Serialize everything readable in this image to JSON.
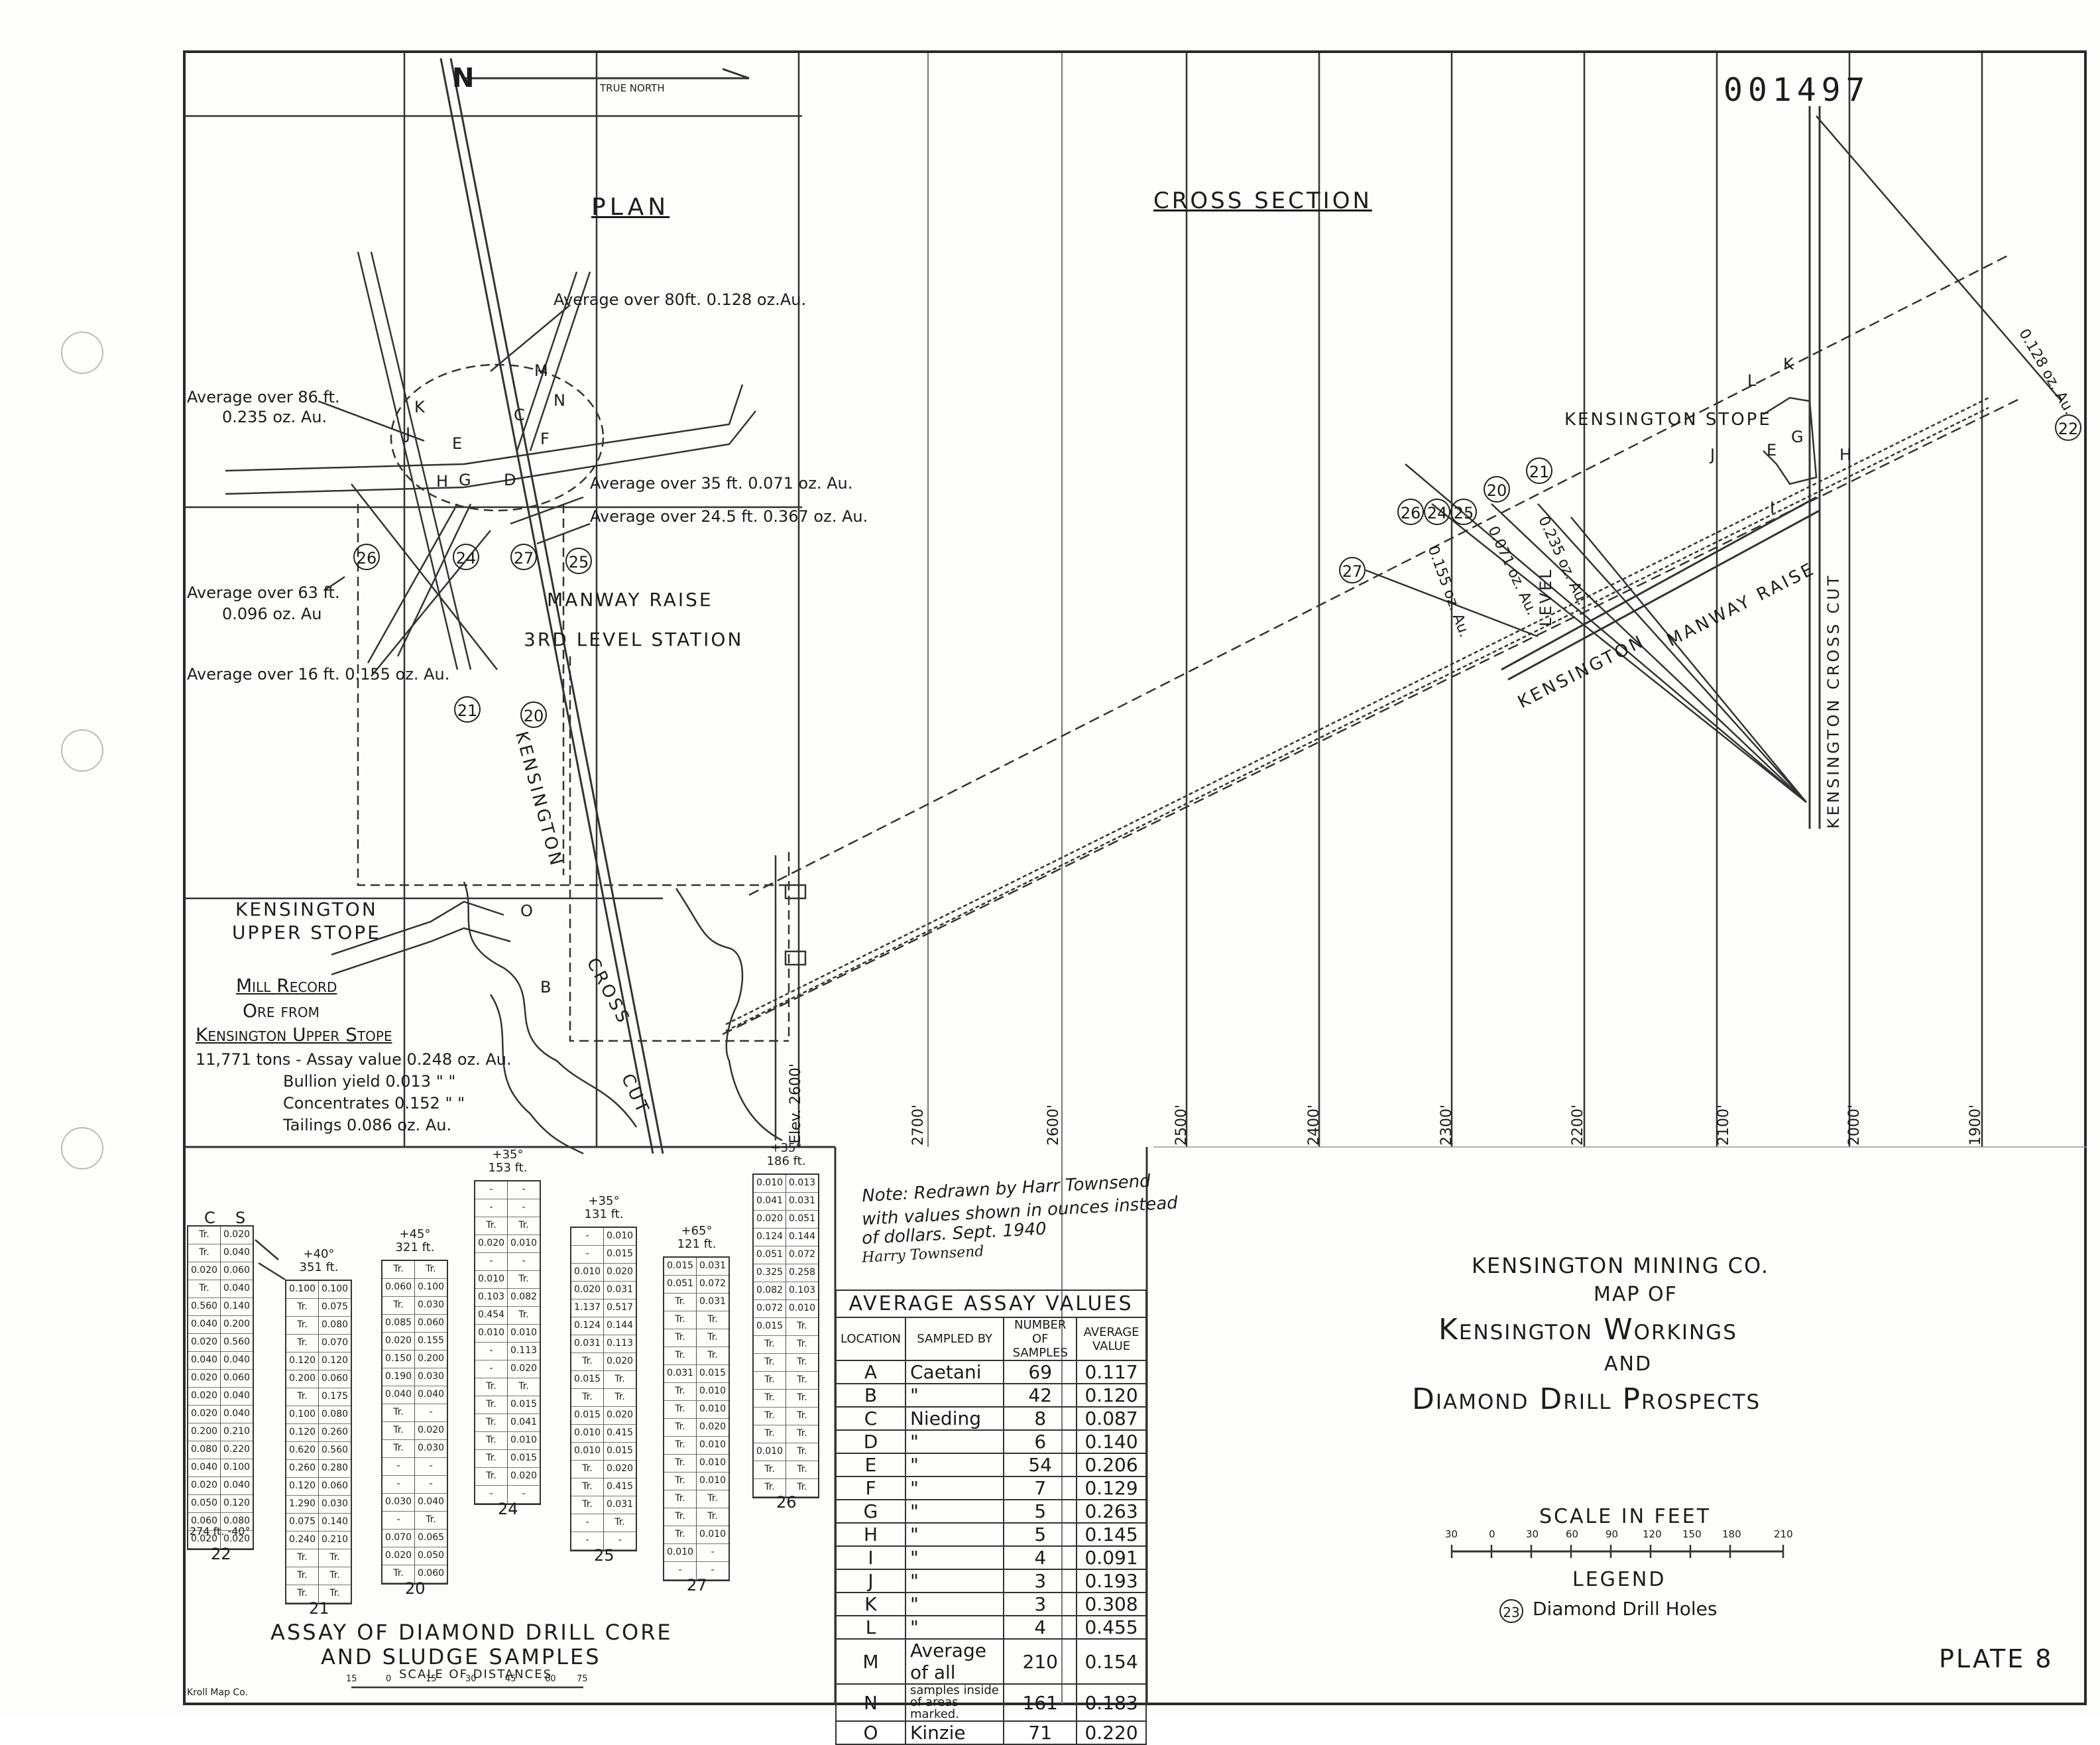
{
  "doc_number": "001497",
  "plate": "PLATE 8",
  "north_arrow": {
    "letter": "N",
    "label": "TRUE NORTH"
  },
  "plan": {
    "title": "PLAN",
    "notes": {
      "avg80": "Average over 80ft. 0.128 oz.Au.",
      "avg86_line1": "Average over 86 ft.",
      "avg86_line2": "0.235 oz. Au.",
      "avg35": "Average over 35 ft. 0.071 oz. Au.",
      "avg245": "Average over 24.5 ft. 0.367 oz. Au.",
      "avg63_line1": "Average over 63 ft.",
      "avg63_line2": "0.096 oz. Au",
      "avg16": "Average over 16 ft. 0.155 oz. Au."
    },
    "letters": {
      "M": "M",
      "K": "K",
      "C": "C",
      "N": "N",
      "J": "J",
      "E": "E",
      "F": "F",
      "H": "H",
      "G": "G",
      "D": "D",
      "O": "O",
      "B": "B"
    },
    "manway": "MANWAY RAISE",
    "station": "3RD LEVEL STATION",
    "kensington": "KENSINGTON",
    "cross": "CROSS",
    "cut": "CUT",
    "upper_stope_l1": "KENSINGTON",
    "upper_stope_l2": "UPPER STOPE",
    "holes": {
      "h26": "26",
      "h24": "24",
      "h27": "27",
      "h25": "25",
      "h21": "21",
      "h20": "20"
    },
    "mill": {
      "l1": "Mill Record",
      "l2": "Ore from",
      "l3": "Kensington Upper Stope",
      "l4": "11,771 tons - Assay value 0.248 oz. Au.",
      "l5": "Bullion yield 0.013  \"  \"",
      "l6": "Concentrates 0.152  \"  \"",
      "l7": "Tailings       0.086 oz. Au."
    },
    "elev": "Elev. 2600'"
  },
  "cross_section": {
    "title": "CROSS SECTION",
    "stope": "KENSINGTON STOPE",
    "manway": "MANWAY RAISE",
    "kens": "KENSINGTON",
    "level": "LEVEL",
    "crosscut": "KENSINGTON CROSS CUT",
    "letters": {
      "L": "L",
      "K": "K",
      "G": "G",
      "H": "H",
      "J": "J",
      "E": "E",
      "I": "I"
    },
    "assays": {
      "a128": "0.128 oz. Au.",
      "a155": "0.155 oz. Au.",
      "a071": "0.071 oz. Au.",
      "a235": "0.235 oz. Au."
    },
    "holes": {
      "h26": "26",
      "h24": "24",
      "h25": "25",
      "h20": "20",
      "h21": "21",
      "h27": "27",
      "h22": "22"
    },
    "elevations": [
      "2700'",
      "2600'",
      "2500'",
      "2400'",
      "2300'",
      "2200'",
      "2100'",
      "2000'",
      "1900'"
    ]
  },
  "note": {
    "l1": "Note: Redrawn by Harr Townsend",
    "l2": "with values shown in ounces instead",
    "l3": "of dollars. Sept. 1940",
    "sig": "Harry Townsend"
  },
  "avg_table": {
    "title": "AVERAGE ASSAY VALUES",
    "headers": [
      "LOCATION",
      "SAMPLED BY",
      "NUMBER OF SAMPLES",
      "AVERAGE VALUE"
    ],
    "rows": [
      [
        "A",
        "Caetani",
        "69",
        "0.117"
      ],
      [
        "B",
        "\"",
        "42",
        "0.120"
      ],
      [
        "C",
        "Nieding",
        "8",
        "0.087"
      ],
      [
        "D",
        "\"",
        "6",
        "0.140"
      ],
      [
        "E",
        "\"",
        "54",
        "0.206"
      ],
      [
        "F",
        "\"",
        "7",
        "0.129"
      ],
      [
        "G",
        "\"",
        "5",
        "0.263"
      ],
      [
        "H",
        "\"",
        "5",
        "0.145"
      ],
      [
        "I",
        "\"",
        "4",
        "0.091"
      ],
      [
        "J",
        "\"",
        "3",
        "0.193"
      ],
      [
        "K",
        "\"",
        "3",
        "0.308"
      ],
      [
        "L",
        "\"",
        "4",
        "0.455"
      ],
      [
        "M",
        "Average of all",
        "210",
        "0.154"
      ],
      [
        "N",
        "samples inside of areas marked.",
        "161",
        "0.183"
      ],
      [
        "O",
        "Kinzie",
        "71",
        "0.220"
      ]
    ]
  },
  "title_block": {
    "company": "KENSINGTON MINING CO.",
    "map_of": "MAP OF",
    "line1": "Kensington Workings",
    "and": "AND",
    "line2": "Diamond Drill Prospects"
  },
  "scale": {
    "title": "SCALE IN FEET",
    "ticks": [
      "30",
      "0",
      "30",
      "60",
      "90",
      "120",
      "150",
      "180",
      "210"
    ]
  },
  "legend": {
    "title": "LEGEND",
    "symbol": "23",
    "text": "Diamond Drill Holes"
  },
  "assay_block": {
    "title_l1": "ASSAY OF DIAMOND DRILL CORE",
    "title_l2": "AND SLUDGE SAMPLES",
    "scale_title": "SCALE OF DISTANCES",
    "scale_ticks": [
      "15",
      "0",
      "15",
      "30",
      "45",
      "60",
      "75"
    ],
    "maker": "Kroll Map Co.",
    "cs_head": [
      "C",
      "S"
    ],
    "holes": [
      {
        "id": "22",
        "top": "",
        "bottom": "274 ft. -40°",
        "c": [
          "Tr.",
          "Tr.",
          "0.020",
          "Tr.",
          "0.560",
          "0.040",
          "0.020",
          "0.040",
          "0.020",
          "0.020",
          "0.020",
          "0.200",
          "0.080",
          "0.040",
          "0.020",
          "0.050",
          "0.060",
          "0.020"
        ],
        "s": [
          "0.020",
          "0.040",
          "0.060",
          "0.040",
          "0.140",
          "0.200",
          "0.560",
          "0.040",
          "0.060",
          "0.040",
          "0.040",
          "0.210",
          "0.220",
          "0.100",
          "0.040",
          "0.120",
          "0.080",
          "0.020"
        ]
      },
      {
        "id": "21",
        "top": "+40° 351 ft.",
        "bottom": "",
        "c": [
          "0.100",
          "Tr.",
          "Tr.",
          "Tr.",
          "0.120",
          "0.200",
          "Tr.",
          "0.100",
          "0.120",
          "0.620",
          "0.260",
          "0.120",
          "1.290",
          "0.075",
          "0.240",
          "Tr.",
          "Tr.",
          "Tr."
        ],
        "s": [
          "0.100",
          "0.075",
          "0.080",
          "0.070",
          "0.120",
          "0.060",
          "0.175",
          "0.080",
          "0.260",
          "0.560",
          "0.280",
          "0.060",
          "0.030",
          "0.140",
          "0.210",
          "Tr.",
          "Tr.",
          "Tr."
        ]
      },
      {
        "id": "20",
        "top": "+45° 321 ft.",
        "bottom": "",
        "c": [
          "Tr.",
          "0.060",
          "Tr.",
          "0.085",
          "0.020",
          "0.150",
          "0.190",
          "0.040",
          "Tr.",
          "Tr.",
          "Tr.",
          "-",
          "-",
          "0.030",
          "-",
          "0.070",
          "0.020",
          "Tr."
        ],
        "s": [
          "Tr.",
          "0.100",
          "0.030",
          "0.060",
          "0.155",
          "0.200",
          "0.030",
          "0.040",
          "-",
          "0.020",
          "0.030",
          "-",
          "-",
          "0.040",
          "Tr.",
          "0.065",
          "0.050",
          "0.060"
        ]
      },
      {
        "id": "24",
        "top": "+35° 153 ft.",
        "bottom": "",
        "c": [
          "-",
          "-",
          "Tr.",
          "0.020",
          "-",
          "0.010",
          "0.103",
          "0.454",
          "0.010",
          "-",
          "-",
          "Tr.",
          "Tr.",
          "Tr.",
          "Tr.",
          "Tr.",
          "Tr.",
          "-"
        ],
        "s": [
          "-",
          "-",
          "Tr.",
          "0.010",
          "-",
          "Tr.",
          "0.082",
          "Tr.",
          "0.010",
          "0.113",
          "0.020",
          "Tr.",
          "0.015",
          "0.041",
          "0.010",
          "0.015",
          "0.020",
          "-"
        ]
      },
      {
        "id": "25",
        "top": "+35° 131 ft.",
        "bottom": "",
        "c": [
          "-",
          "-",
          "0.010",
          "0.020",
          "1.137",
          "0.124",
          "0.031",
          "Tr.",
          "0.015",
          "Tr.",
          "0.015",
          "0.010",
          "0.010",
          "Tr.",
          "Tr.",
          "Tr.",
          "-",
          "-"
        ],
        "s": [
          "0.010",
          "0.015",
          "0.020",
          "0.031",
          "0.517",
          "0.144",
          "0.113",
          "0.020",
          "Tr.",
          "Tr.",
          "0.020",
          "0.415",
          "0.015",
          "0.020",
          "0.415",
          "0.031",
          "Tr.",
          "-"
        ]
      },
      {
        "id": "27",
        "top": "+65° 121 ft.",
        "bottom": "",
        "c": [
          "0.015",
          "0.051",
          "Tr.",
          "Tr.",
          "Tr.",
          "Tr.",
          "0.031",
          "Tr.",
          "Tr.",
          "Tr.",
          "Tr.",
          "Tr.",
          "Tr.",
          "Tr.",
          "Tr.",
          "Tr.",
          "0.010",
          "-"
        ],
        "s": [
          "0.031",
          "0.072",
          "0.031",
          "Tr.",
          "Tr.",
          "Tr.",
          "0.015",
          "0.010",
          "0.010",
          "0.020",
          "0.010",
          "0.010",
          "0.010",
          "Tr.",
          "Tr.",
          "0.010",
          "-",
          "-"
        ]
      },
      {
        "id": "26",
        "top": "+35° 186 ft.",
        "bottom": "",
        "c": [
          "0.010",
          "0.041",
          "0.020",
          "0.124",
          "0.051",
          "0.325",
          "0.082",
          "0.072",
          "0.015",
          "Tr.",
          "Tr.",
          "Tr.",
          "Tr.",
          "Tr.",
          "Tr.",
          "0.010",
          "Tr.",
          "Tr."
        ],
        "s": [
          "0.013",
          "0.031",
          "0.051",
          "0.144",
          "0.072",
          "0.258",
          "0.103",
          "0.010",
          "Tr.",
          "Tr.",
          "Tr.",
          "Tr.",
          "Tr.",
          "Tr.",
          "Tr.",
          "Tr.",
          "Tr.",
          "Tr."
        ]
      }
    ]
  }
}
